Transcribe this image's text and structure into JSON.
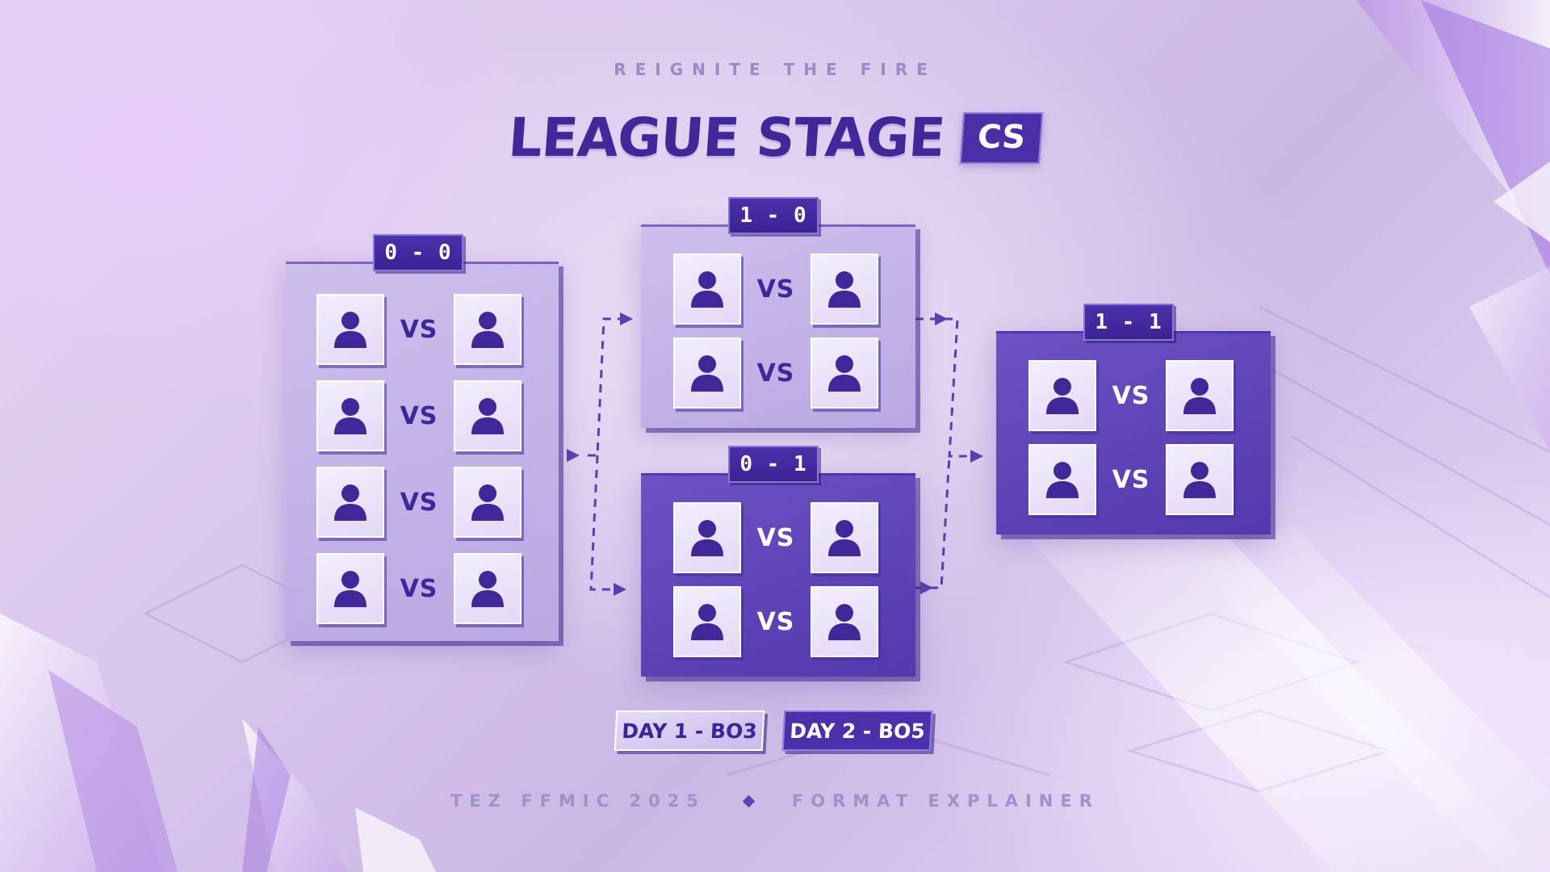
{
  "header": {
    "tagline": "REIGNITE THE FIRE",
    "title": "LEAGUE STAGE",
    "badge": "CS"
  },
  "groups": [
    {
      "record": "0 - 0",
      "theme": "light",
      "matches": 4,
      "vs_label": "VS"
    },
    {
      "record": "1 - 0",
      "theme": "light",
      "matches": 2,
      "vs_label": "VS"
    },
    {
      "record": "0 - 1",
      "theme": "dark",
      "matches": 2,
      "vs_label": "VS"
    },
    {
      "record": "1 - 1",
      "theme": "dark",
      "matches": 2,
      "vs_label": "VS"
    }
  ],
  "days": [
    {
      "label": "DAY 1 - BO3",
      "theme": "light"
    },
    {
      "label": "DAY 2 - BO5",
      "theme": "dark"
    }
  ],
  "footer": {
    "left": "TEZ FFMIC 2025",
    "right": "FORMAT EXPLAINER"
  },
  "colors": {
    "primary": "#4a2fa8",
    "light_panel": "#c4b5e8",
    "dark_panel": "#5f45b8",
    "accent_text": "#9b8ac4"
  },
  "icons": {
    "team_slot": "user-placeholder-icon",
    "connector_arrow": "arrow-right-icon",
    "separator": "diamond-icon"
  }
}
